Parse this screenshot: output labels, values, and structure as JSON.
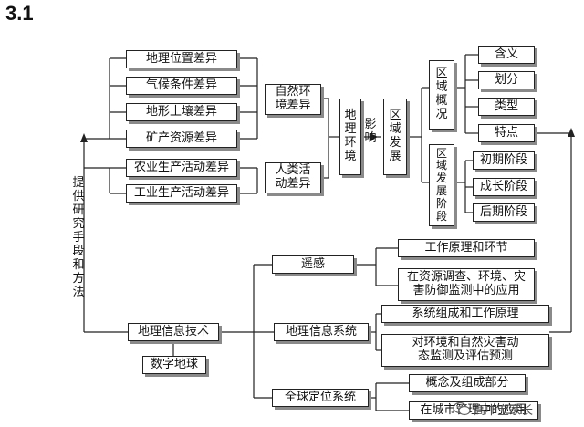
{
  "title": "3.1",
  "left_branch": "提\n供\n研\n究\n手\n段\n和\n方\n法",
  "factors": {
    "natural": [
      "地理位置差异",
      "气候条件差异",
      "地形土壤差异",
      "矿产资源差异"
    ],
    "human": [
      "农业生产活动差异",
      "工业生产活动差异"
    ]
  },
  "natural_env": "自然环\n境差异",
  "human_act": "人类活\n动差异",
  "geo_env": "地\n理\n环\n境",
  "influence": "影\n响",
  "region_dev": "区\n域\n发\n展",
  "region_overview": "区\n域\n概\n况",
  "overview_items": [
    "含义",
    "划分",
    "类型",
    "特点"
  ],
  "region_stages": "区\n域\n发\n展\n阶\n段",
  "stages": [
    "初期阶段",
    "成长阶段",
    "后期阶段"
  ],
  "gis_tech": "地理信息技术",
  "digital_earth": "数字地球",
  "rs": "遥感",
  "rs_items": [
    "工作原理和环节",
    "在资源调查、环境、灾\n害防御监测中的应用"
  ],
  "gis": "地理信息系统",
  "gis_items": [
    "系统组成和工作原理",
    "对环境和自然灾害动\n态监测及评估预测"
  ],
  "gps": "全球定位系统",
  "gps_items": [
    "概念及组成部分",
    "在城市管理中的应用"
  ],
  "watermark": "高中宝家长"
}
